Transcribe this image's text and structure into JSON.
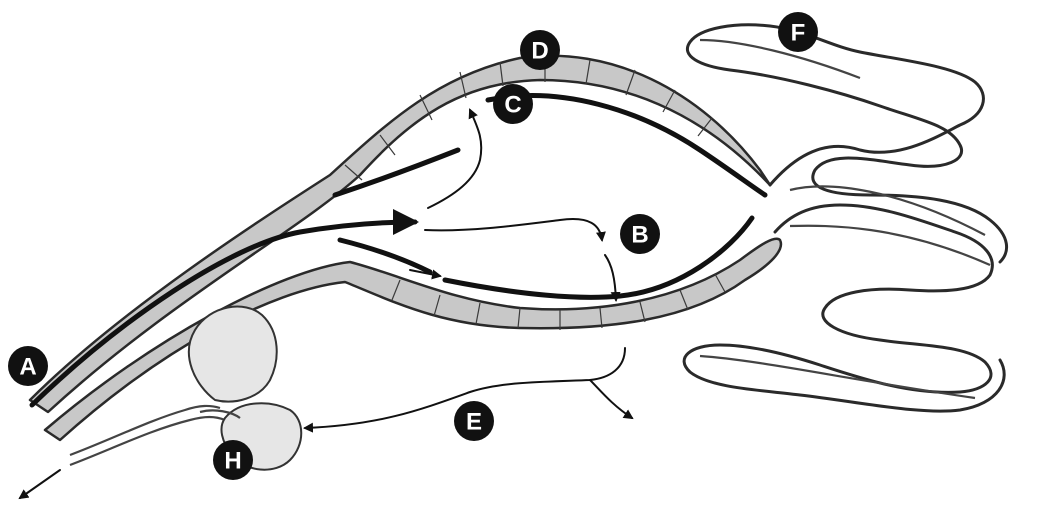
{
  "labels": {
    "a": "A",
    "b": "B",
    "c": "C",
    "d": "D",
    "e": "E",
    "f": "F",
    "h": "H"
  }
}
